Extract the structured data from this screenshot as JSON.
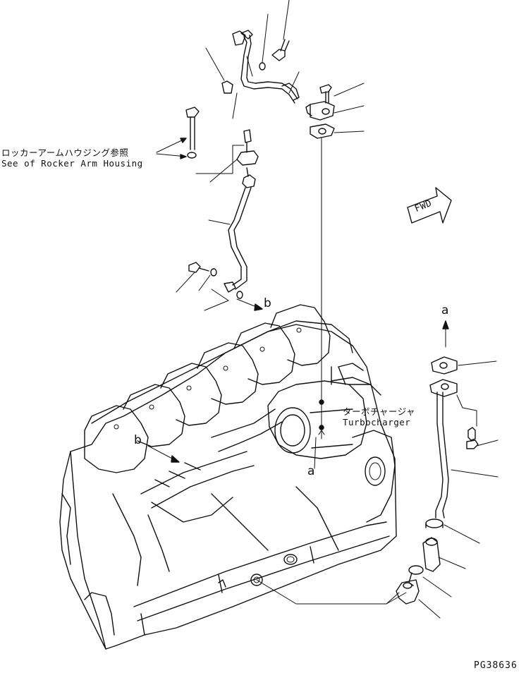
{
  "labels": {
    "rocker_ref_jp": "ロッカーアームハウジング参照",
    "rocker_ref_en": "See of Rocker Arm Housing",
    "turbo_jp": "ターボチャージャ",
    "turbo_en": "Turbocharger",
    "fwd": "FWD",
    "marker_a": "a",
    "marker_b": "b",
    "drawing_code": "PG38636"
  }
}
